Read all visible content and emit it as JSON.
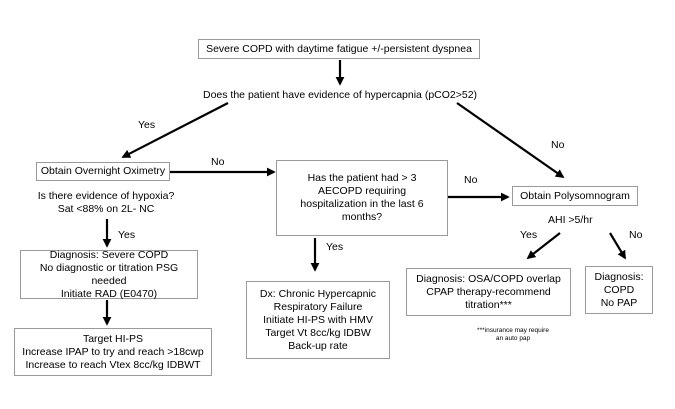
{
  "start": "Severe COPD with daytime fatigue +/-persistent dyspnea",
  "question_hypercapnia": "Does the patient have evidence of hypercapnia (pCO2>52)",
  "yes_label_1": "Yes",
  "no_label_1": "No",
  "overnight_oximetry": "Obtain Overnight Oximetry",
  "no_label_2": "No",
  "hypoxia_question": [
    "Is there evidence of hypoxia?",
    "Sat <88% on 2L- NC"
  ],
  "yes_label_2": "Yes",
  "diagnosis_severe_copd": [
    "Diagnosis: Severe COPD",
    "No diagnostic or titration PSG needed",
    "Initiate RAD (E0470)"
  ],
  "target_hi_ps": [
    "Target HI-PS",
    "Increase IPAP to try and reach >18cwp",
    "Increase to reach Vtex 8cc/kg IDBWT"
  ],
  "aecopd_question": [
    "Has the patient had > 3",
    "AECOPD requiring",
    "hospitalization in the last 6",
    "months?"
  ],
  "yes_label_3": "Yes",
  "no_label_3": "No",
  "dx_chronic": [
    "Dx: Chronic Hypercapnic",
    "Respiratory Failure",
    "Initiate HI-PS with HMV",
    "Target Vt 8cc/kg IDBW",
    "Back-up rate"
  ],
  "polysomnogram": "Obtain Polysomnogram",
  "ahi": "AHI >5/hr",
  "yes_label_4": "Yes",
  "no_label_4": "No",
  "diagnosis_osa": [
    "Diagnosis: OSA/COPD overlap",
    "CPAP therapy-recommend",
    "titration***"
  ],
  "insurance_note": [
    "***insurance may require",
    "an auto pap"
  ],
  "diagnosis_copd": [
    "Diagnosis:",
    "COPD",
    "No PAP"
  ]
}
